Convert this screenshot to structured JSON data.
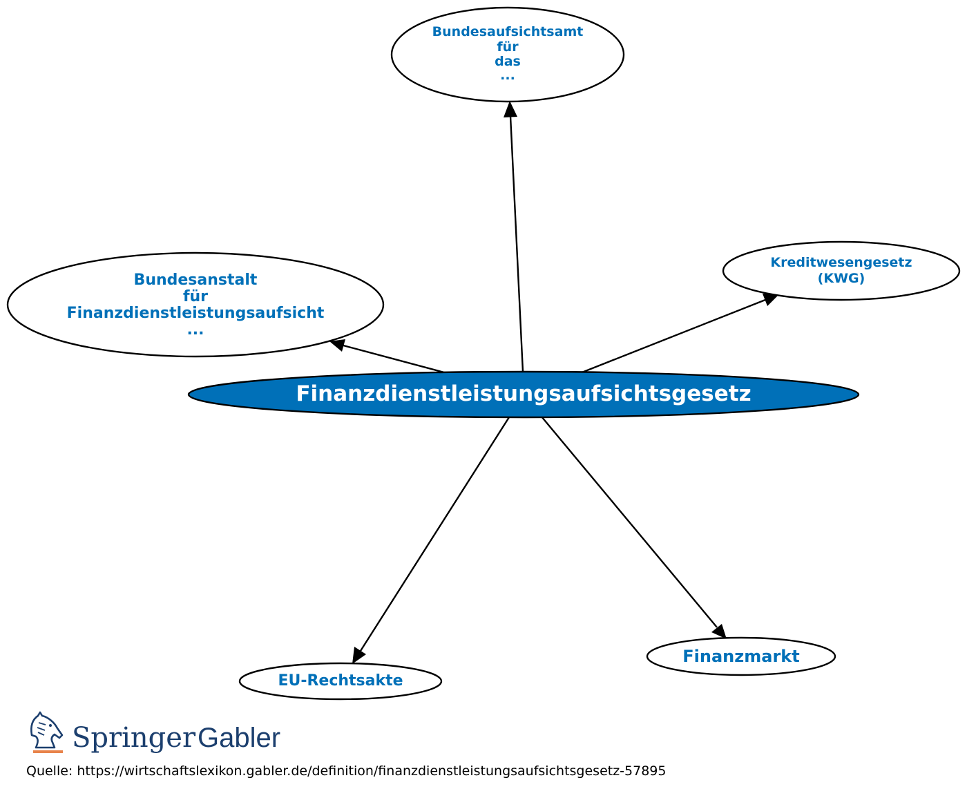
{
  "center": {
    "label": "Finanzdienstleistungsaufsichtsgesetz"
  },
  "nodes": {
    "bundesaufsichtsamt": {
      "lines": [
        "Bundesaufsichtsamt",
        "für",
        "das",
        "..."
      ]
    },
    "bundesanstalt": {
      "lines": [
        "Bundesanstalt",
        "für",
        "Finanzdienstleistungsaufsicht",
        "..."
      ]
    },
    "kwg": {
      "lines": [
        "Kreditwesengesetz",
        "(KWG)"
      ]
    },
    "eu": {
      "lines": [
        "EU-Rechtsakte"
      ]
    },
    "finanzmarkt": {
      "lines": [
        "Finanzmarkt"
      ]
    }
  },
  "logo": {
    "brand": "Springer",
    "imprint": "Gabler",
    "icon": "knight-horse-icon"
  },
  "source": {
    "text": "Quelle: https://wirtschaftslexikon.gabler.de/definition/finanzdienstleistungsaufsichtsgesetz-57895"
  },
  "colors": {
    "accent": "#0070b8",
    "brand": "#1c3f6e",
    "logo_underline": "#e8834a"
  }
}
